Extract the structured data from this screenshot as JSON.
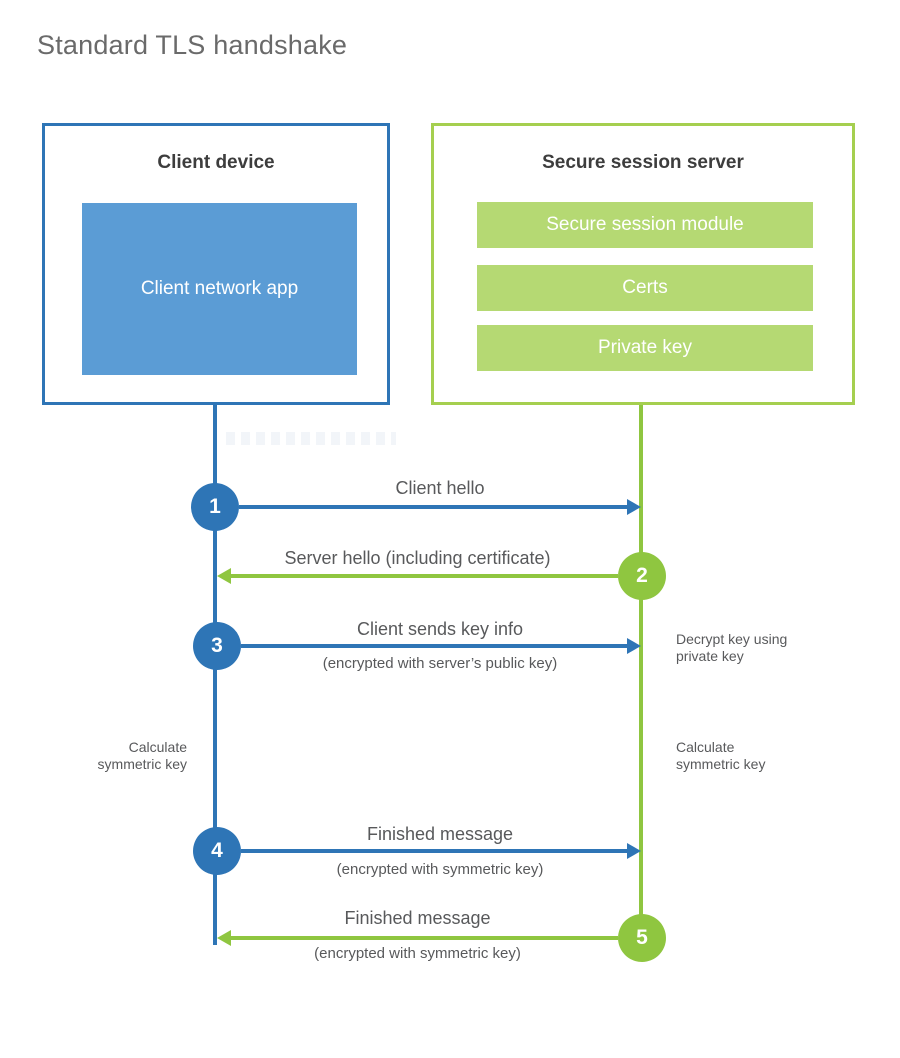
{
  "title": "Standard TLS handshake",
  "colors": {
    "blue_dark": "#2e75b6",
    "blue_fill": "#5b9cd5",
    "green_line": "#8fc640",
    "green_fill": "#b5d973",
    "green_border": "#a5cf4f",
    "text_dark": "#3d3d3d",
    "text_gray": "#58595b"
  },
  "client_box": {
    "title": "Client device",
    "module": "Client network app"
  },
  "server_box": {
    "title": "Secure session server",
    "modules": [
      "Secure session module",
      "Certs",
      "Private key"
    ]
  },
  "steps": [
    {
      "num": "1",
      "label": "Client hello",
      "sublabel": "",
      "direction": "right",
      "actor": "client"
    },
    {
      "num": "2",
      "label": "Server hello (including certificate)",
      "sublabel": "",
      "direction": "left",
      "actor": "server"
    },
    {
      "num": "3",
      "label": "Client sends key info",
      "sublabel": "(encrypted with server’s public key)",
      "direction": "right",
      "actor": "client"
    },
    {
      "num": "4",
      "label": "Finished message",
      "sublabel": "(encrypted with symmetric key)",
      "direction": "right",
      "actor": "client"
    },
    {
      "num": "5",
      "label": "Finished message",
      "sublabel": "(encrypted with symmetric key)",
      "direction": "left",
      "actor": "server"
    }
  ],
  "notes": {
    "decrypt": {
      "line1": "Decrypt key using",
      "line2": "private key"
    },
    "calc_left": {
      "line1": "Calculate",
      "line2": "symmetric key"
    },
    "calc_right": {
      "line1": "Calculate",
      "line2": "symmetric key"
    }
  }
}
